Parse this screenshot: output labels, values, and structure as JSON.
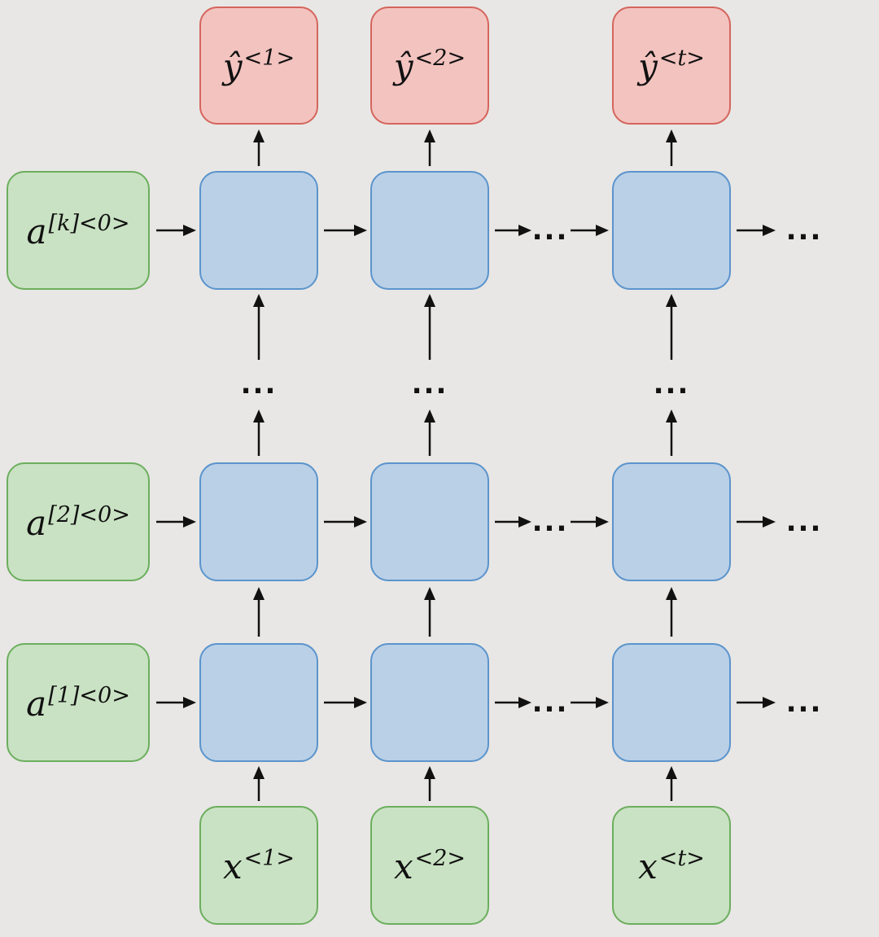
{
  "labels": {
    "ellipsis": "..."
  },
  "init_states": [
    {
      "base": "a",
      "sup": "[k]<0>"
    },
    {
      "base": "a",
      "sup": "[2]<0>"
    },
    {
      "base": "a",
      "sup": "[1]<0>"
    }
  ],
  "outputs": [
    {
      "base": "ŷ",
      "sup": "<1>"
    },
    {
      "base": "ŷ",
      "sup": "<2>"
    },
    {
      "base": "ŷ",
      "sup": "<t>"
    }
  ],
  "inputs": [
    {
      "base": "x",
      "sup": "<1>"
    },
    {
      "base": "x",
      "sup": "<2>"
    },
    {
      "base": "x",
      "sup": "<t>"
    }
  ],
  "colors": {
    "background": "#e8e7e5",
    "output_fill": "#f3c3bf",
    "output_border": "#d5655d",
    "cell_fill": "#bad0e7",
    "cell_border": "#5b94cc",
    "input_fill": "#c9e2c3",
    "input_border": "#6cae5e",
    "arrow": "#111111"
  }
}
